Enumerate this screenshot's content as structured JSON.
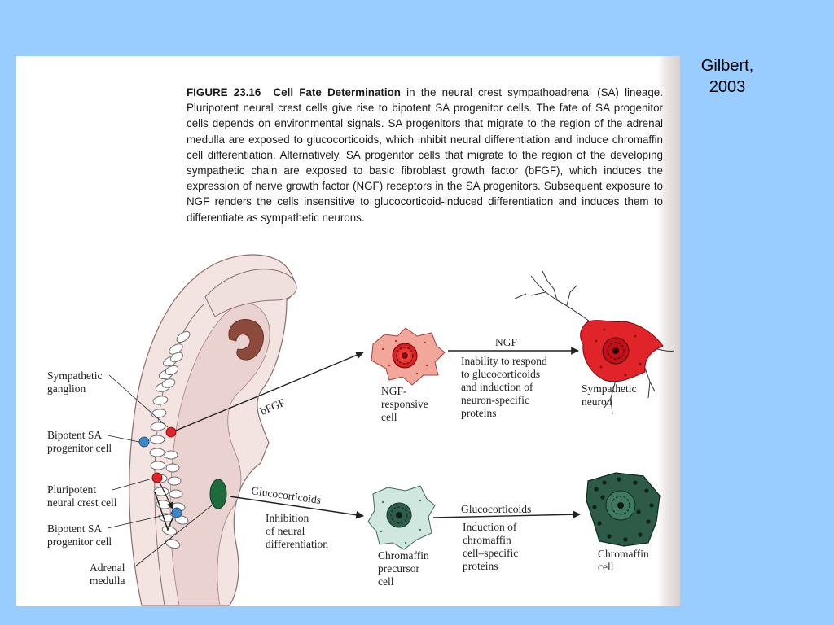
{
  "credit": {
    "author": "Gilbert,",
    "year": "2003"
  },
  "caption": {
    "figure_number": "FIGURE 23.16",
    "title": "Cell Fate Determination",
    "body": "in the neural crest sympathoadrenal (SA) lineage. Pluripotent neural crest cells give rise to bipotent SA progenitor cells. The fate of SA progenitor cells depends on environmental signals. SA progenitors that migrate to the region of the adrenal medulla are exposed to glucocorticoids, which inhibit neural differentiation and induce chromaffin cell differentiation. Alternatively, SA progenitor cells that migrate to the region of the developing sympathetic chain are exposed to basic fibroblast growth factor (bFGF), which induces the expression of nerve growth factor (NGF) receptors in the SA progenitors. Subsequent exposure to NGF renders the cells insensitive to glucocorticoid-induced differentiation and induces them to differentiate as sympathetic neurons."
  },
  "labels": {
    "sympathetic_ganglion": [
      "Sympathetic",
      "ganglion"
    ],
    "bipotent_upper": [
      "Bipotent SA",
      "progenitor cell"
    ],
    "pluripotent": [
      "Pluripotent",
      "neural crest cell"
    ],
    "bipotent_lower": [
      "Bipotent SA",
      "progenitor cell"
    ],
    "adrenal_medulla": [
      "Adrenal",
      "medulla"
    ],
    "bfgf": "bFGF",
    "glucocorticoids_arrow": "Glucocorticoids",
    "inhibition": [
      "Inhibition",
      "of neural",
      "differentiation"
    ],
    "ngf_responsive": [
      "NGF-",
      "responsive",
      "cell"
    ],
    "ngf": "NGF",
    "inability": [
      "Inability to respond",
      "to glucocorticoids",
      "and induction of",
      "neuron-specific",
      "proteins"
    ],
    "sympathetic_neuron": [
      "Sympathetic",
      "neuron"
    ],
    "chromaffin_precursor": [
      "Chromaffin",
      "precursor",
      "cell"
    ],
    "glucocorticoids_lower": "Glucocorticoids",
    "induction_chromaffin": [
      "Induction of",
      "chromaffin",
      "cell–specific",
      "proteins"
    ],
    "chromaffin_cell": [
      "Chromaffin",
      "cell"
    ]
  },
  "colors": {
    "background": "#99ccff",
    "embryo": "#f3e4e2",
    "embryo_outline": "#8a6e6e",
    "red_cell": "#e0242a",
    "blue_cell": "#3a88c8",
    "adrenal_green": "#1e6b3c",
    "ngf_responsive_cell": "#f2a79a",
    "chromaffin_precursor_cell": "#cfe7df",
    "chromaffin_cell": "#2e5a48",
    "arrow": "#222222"
  }
}
